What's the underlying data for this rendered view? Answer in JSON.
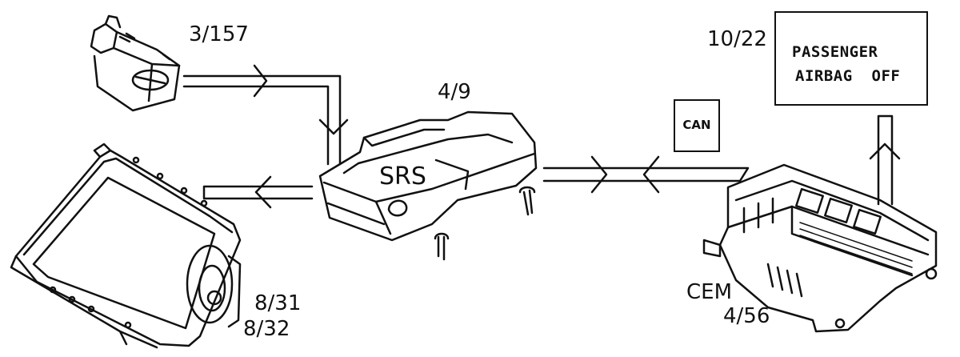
{
  "labels": {
    "switch": "3/157",
    "srs_ref": "4/9",
    "srs_text": "SRS",
    "airbag_a": "8/31",
    "airbag_b": "8/32",
    "cem_text": "CEM",
    "cem_ref": "4/56",
    "indicator_ref": "10/22",
    "can": "CAN"
  },
  "indicator": {
    "line1": "PASSENGER",
    "line2": "AIRBAG  OFF"
  }
}
